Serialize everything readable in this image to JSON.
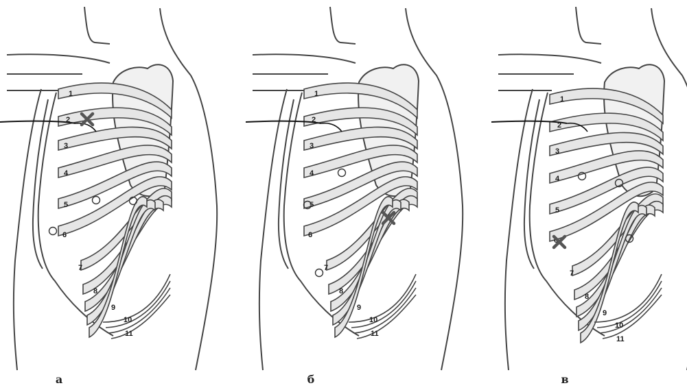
{
  "figure": {
    "panels": [
      {
        "caption": "а",
        "markers": {
          "x": [
            {
              "rib": 2
            }
          ],
          "o": [
            5,
            5,
            6
          ]
        }
      },
      {
        "caption": "б",
        "markers": {
          "x": [
            {
              "rib": 5
            }
          ],
          "o": [
            4,
            5,
            7
          ]
        }
      },
      {
        "caption": "в",
        "markers": {
          "x": [
            {
              "rib": 6
            }
          ],
          "o": [
            4,
            4,
            6
          ]
        }
      }
    ],
    "rib_numbers": [
      "1",
      "2",
      "3",
      "4",
      "5",
      "6",
      "7",
      "8",
      "9",
      "10",
      "11"
    ],
    "colors": {
      "outline": "#444444",
      "rib_fill": "#e6e6e6",
      "marker": "#555555"
    }
  }
}
